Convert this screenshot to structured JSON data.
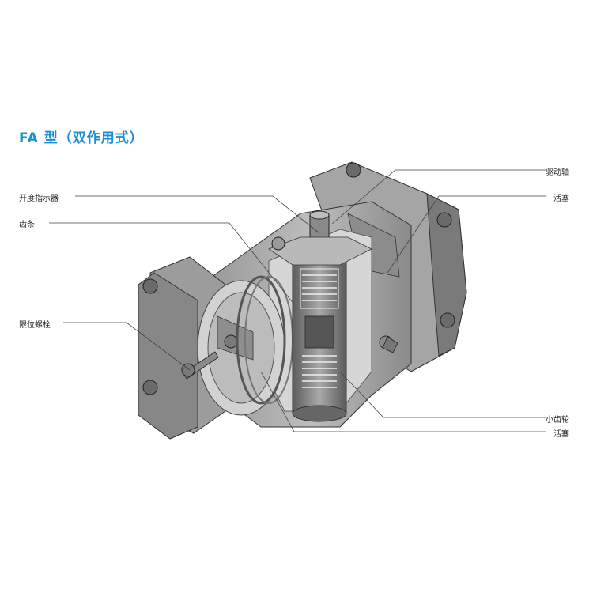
{
  "title": "FA 型（双作用式）",
  "labels": {
    "drive_shaft": "驱动轴",
    "opening_indicator": "开度指示器",
    "piston_top": "活塞",
    "rack": "齿条",
    "limit_bolt": "限位螺栓",
    "pinion": "小齿轮",
    "piston_bottom": "活塞"
  },
  "colors": {
    "title": "#1a8fd6",
    "body_dark": "#6e6e6e",
    "body_mid": "#9a9a9a",
    "body_light": "#c8c8c8",
    "leader": "#444444"
  }
}
